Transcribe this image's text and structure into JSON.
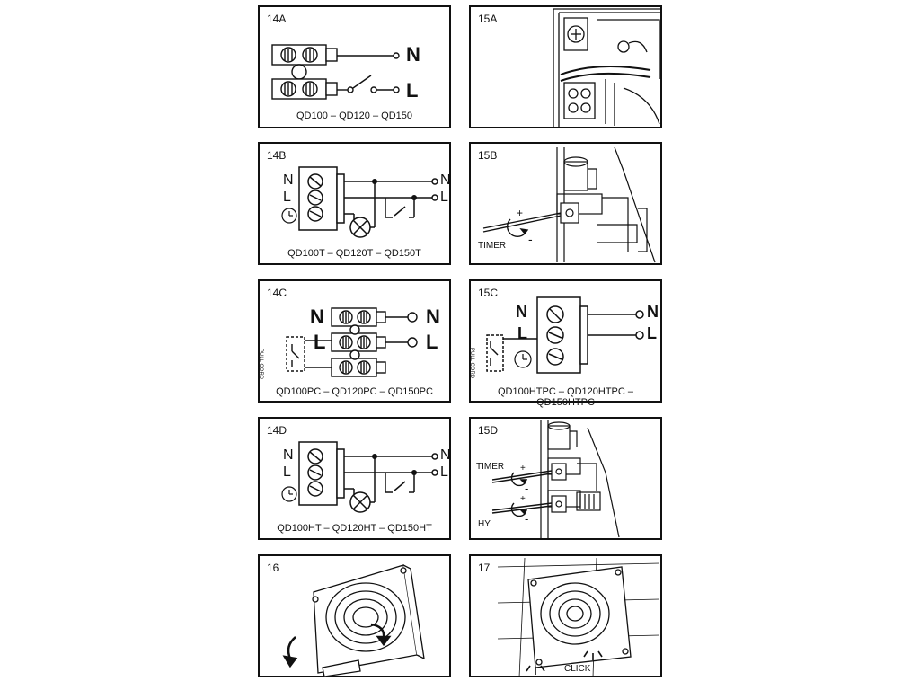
{
  "panels": {
    "p14a": {
      "title": "14A",
      "caption": "QD100 – QD120 – QD150",
      "n": "N",
      "l": "L"
    },
    "p15a": {
      "title": "15A"
    },
    "p14b": {
      "title": "14B",
      "caption": "QD100T – QD120T – QD150T",
      "n_left": "N",
      "l_left": "L",
      "n_right": "N",
      "l_right": "L"
    },
    "p15b": {
      "title": "15B",
      "timer": "TIMER",
      "plus": "+",
      "minus": "-"
    },
    "p14c": {
      "title": "14C",
      "caption": "QD100PC – QD120PC – QD150PC",
      "n_left": "N",
      "l_left": "L",
      "n_right": "N",
      "l_right": "L",
      "pull_cord": "PULL CORD"
    },
    "p15c": {
      "title": "15C",
      "caption": "QD100HTPC – QD120HTPC – QD150HTPC",
      "n_left": "N",
      "l_left": "L",
      "n_right": "N",
      "l_right": "L",
      "pull_cord": "PULL CORD"
    },
    "p14d": {
      "title": "14D",
      "caption": "QD100HT – QD120HT – QD150HT",
      "n_left": "N",
      "l_left": "L",
      "n_right": "N",
      "l_right": "L"
    },
    "p15d": {
      "title": "15D",
      "timer": "TIMER",
      "hy": "HY",
      "plus": "+",
      "minus": "-"
    },
    "p16": {
      "title": "16"
    },
    "p17": {
      "title": "17",
      "click": "CLICK"
    }
  }
}
